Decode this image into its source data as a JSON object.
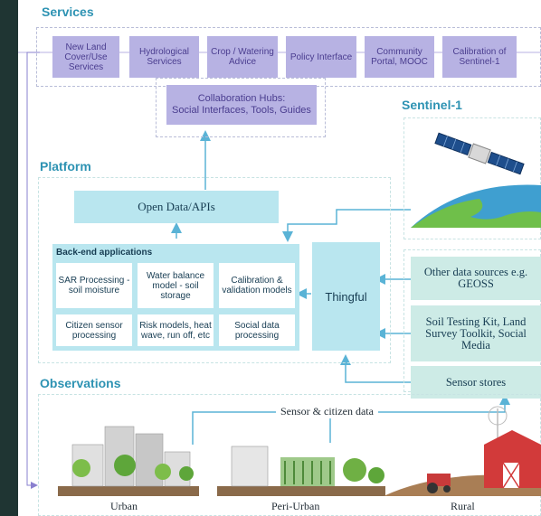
{
  "sections": {
    "services": "Services",
    "sentinel": "Sentinel-1",
    "platform": "Platform",
    "observations": "Observations"
  },
  "services": [
    "New Land Cover/Use Services",
    "Hydrological Services",
    "Crop / Watering Advice",
    "Policy Interface",
    "Community Portal, MOOC",
    "Calibration of Sentinel-1"
  ],
  "collab_hubs": {
    "title": "Collaboration Hubs:",
    "subtitle": "Social Interfaces, Tools, Guides"
  },
  "platform": {
    "open_data": "Open Data/APIs",
    "backend_title": "Back-end applications",
    "apps": [
      "SAR Processing - soil moisture",
      "Water balance model - soil storage",
      "Calibration & validation models",
      "Citizen sensor processing",
      "Risk models, heat wave, run off, etc",
      "Social data processing"
    ],
    "thingful": "Thingful"
  },
  "sources": [
    "Other data sources e.g. GEOSS",
    "Soil Testing Kit, Land Survey Toolkit, Social Media",
    "Sensor stores"
  ],
  "observations": {
    "sensor_label": "Sensor & citizen data",
    "captions": [
      "Urban",
      "Peri-Urban",
      "Rural"
    ]
  },
  "colors": {
    "services_box": "#b7b2e3",
    "services_text": "#4a3d8f",
    "platform_box": "#b9e6ef",
    "source_box": "#cdebe6",
    "section_heading": "#2e93b3",
    "connector": "#5ab3d6",
    "border_dark": "#1f3533"
  },
  "icons": [
    "satellite-icon",
    "earth-icon",
    "urban-illustration",
    "peri-urban-illustration",
    "rural-illustration"
  ]
}
